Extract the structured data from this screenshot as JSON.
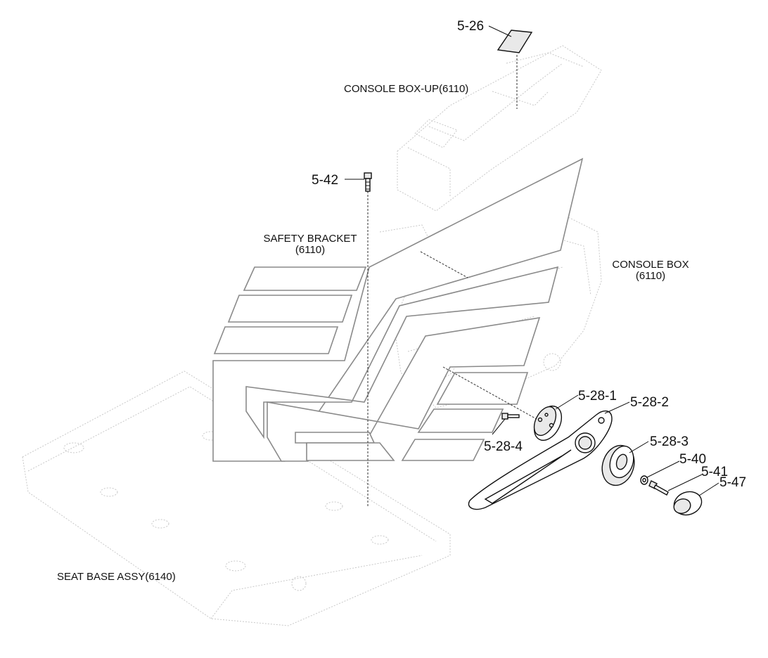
{
  "assembly_labels": {
    "console_box_up": "CONSOLE BOX-UP(6110)",
    "safety_bracket": "SAFETY BRACKET",
    "safety_bracket_code": "(6110)",
    "console_box": "CONSOLE BOX",
    "console_box_code": "(6110)",
    "seat_base": "SEAT BASE ASSY(6140)"
  },
  "part_labels": {
    "p5_26": "5-26",
    "p5_42": "5-42",
    "p5_28_1": "5-28-1",
    "p5_28_2": "5-28-2",
    "p5_28_3": "5-28-3",
    "p5_28_4": "5-28-4",
    "p5_40": "5-40",
    "p5_41": "5-41",
    "p5_47": "5-47"
  }
}
